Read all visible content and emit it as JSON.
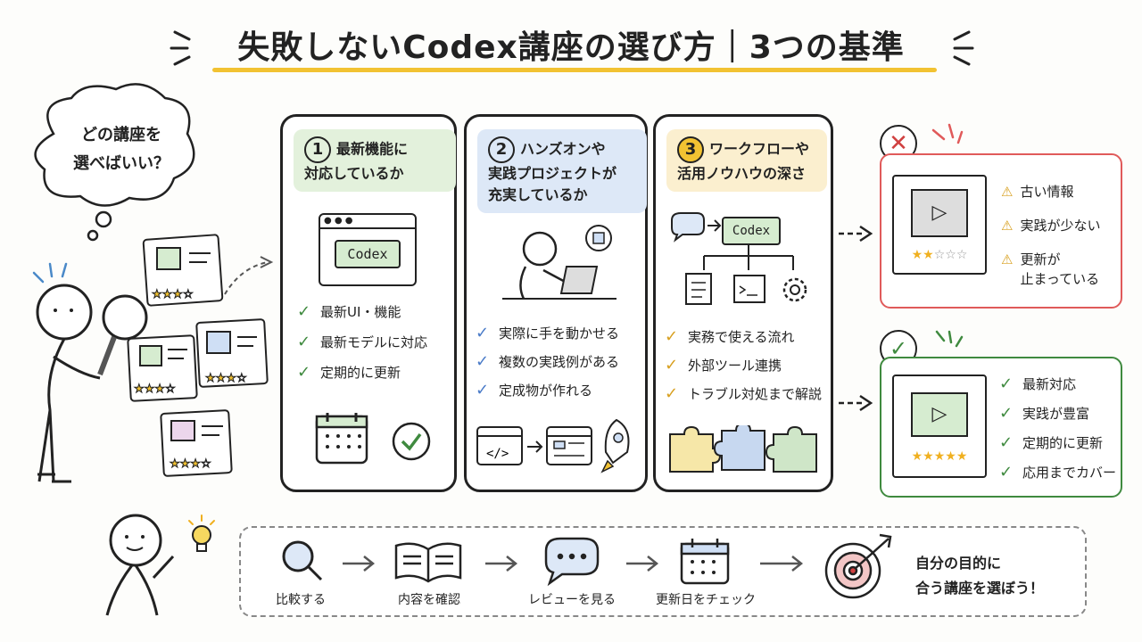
{
  "title": "失敗しないCodex講座の選び方｜3つの基準",
  "thought_bubble": {
    "line1": "どの講座を",
    "line2": "選べばいい？"
  },
  "criteria": [
    {
      "number": "1",
      "heading_line1": "最新機能に",
      "heading_line2": "対応しているか",
      "window_label": "Codex",
      "checks": [
        "最新UI・機能",
        "最新モデルに対応",
        "定期的に更新"
      ],
      "accent": "#e3f1dc"
    },
    {
      "number": "2",
      "heading_line1": "ハンズオンや",
      "heading_line2": "実践プロジェクトが",
      "heading_line3": "充実しているか",
      "checks": [
        "実際に手を動かせる",
        "複数の実践例がある",
        "定成物が作れる"
      ],
      "accent": "#dde8f7"
    },
    {
      "number": "3",
      "heading_line1": "ワークフローや",
      "heading_line2": "活用ノウハウの深さ",
      "flow_label": "Codex",
      "checks": [
        "実務で使える流れ",
        "外部ツール連携",
        "トラブル対処まで解説"
      ],
      "accent": "#fbefcf"
    }
  ],
  "bad_course": {
    "warnings": [
      "古い情報",
      "実践が少ない",
      "更新が",
      "止まっている"
    ],
    "color": "#e05a5a",
    "stars": 2
  },
  "good_course": {
    "checks": [
      "最新対応",
      "実践が豊富",
      "定期的に更新",
      "応用までカバー"
    ],
    "color": "#3f8a3f",
    "stars": 5
  },
  "steps": [
    {
      "label": "比較する",
      "icon": "magnifier-icon"
    },
    {
      "label": "内容を確認",
      "icon": "book-icon"
    },
    {
      "label": "レビューを見る",
      "icon": "speech-bubble-icon"
    },
    {
      "label": "更新日をチェック",
      "icon": "calendar-icon"
    }
  ],
  "conclusion": {
    "line1": "自分の目的に",
    "line2": "合う講座を選ぼう！"
  }
}
